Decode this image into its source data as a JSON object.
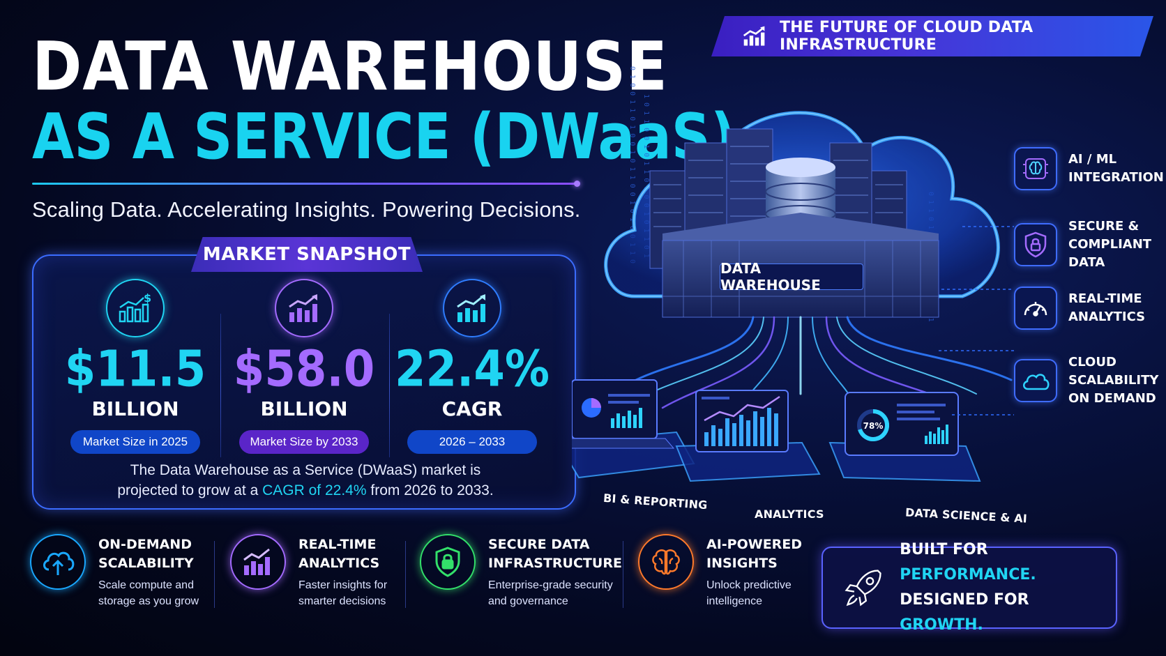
{
  "header": {
    "title_line1": "DATA WAREHOUSE",
    "title_line2": "AS A SERVICE (DWaaS)",
    "tagline": "Scaling Data. Accelerating Insights. Powering Decisions."
  },
  "banner": {
    "label": "THE FUTURE OF CLOUD DATA INFRASTRUCTURE",
    "icon": "growth-chart-icon"
  },
  "snapshot": {
    "tab_label": "MARKET SNAPSHOT",
    "stats": [
      {
        "value": "$11.5",
        "unit": "BILLION",
        "caption": "Market Size in 2025",
        "icon": "dollar-chart-icon",
        "color": "#20d5f3"
      },
      {
        "value": "$58.0",
        "unit": "BILLION",
        "caption": "Market Size by 2033",
        "icon": "growth-chart-icon",
        "color": "#a46bff"
      },
      {
        "value": "22.4%",
        "unit": "CAGR",
        "caption": "2026 – 2033",
        "icon": "growth-chart-icon",
        "color": "#20d5f3"
      }
    ],
    "desc_line1": "The Data Warehouse as a Service (DWaaS) market is",
    "desc_prefix": "projected to grow at a ",
    "desc_highlight": "CAGR of 22.4%",
    "desc_suffix": " from 2026 to 2033."
  },
  "illustration": {
    "center_label": "DATA WAREHOUSE",
    "devices": [
      {
        "label": "BI & REPORTING"
      },
      {
        "label": "ANALYTICS"
      },
      {
        "label": "DATA SCIENCE & AI",
        "gauge": "78%"
      }
    ]
  },
  "right_features": [
    {
      "label": "AI / ML\nINTEGRATION",
      "icon": "brain-chip-icon"
    },
    {
      "label": "SECURE &\nCOMPLIANT\nDATA",
      "icon": "shield-lock-icon"
    },
    {
      "label": "REAL-TIME\nANALYTICS",
      "icon": "speedometer-icon"
    },
    {
      "label": "CLOUD\nSCALABILITY\nON DEMAND",
      "icon": "cloud-icon"
    }
  ],
  "bottom_features": [
    {
      "title": "ON-DEMAND\nSCALABILITY",
      "desc": "Scale compute and\nstorage as you grow",
      "icon": "cloud-upload-icon",
      "color": "#1aa8ff"
    },
    {
      "title": "REAL-TIME\nANALYTICS",
      "desc": "Faster insights for\nsmarter decisions",
      "icon": "bar-chart-icon",
      "color": "#a46bff"
    },
    {
      "title": "SECURE DATA\nINFRASTRUCTURE",
      "desc": "Enterprise-grade security\nand governance",
      "icon": "shield-lock-icon",
      "color": "#33e06a"
    },
    {
      "title": "AI-POWERED\nINSIGHTS",
      "desc": "Unlock predictive\nintelligence",
      "icon": "brain-icon",
      "color": "#ff7a2b"
    }
  ],
  "built": {
    "line1_prefix": "BUILT FOR ",
    "line1_highlight": "PERFORMANCE.",
    "line2_prefix": "DESIGNED FOR ",
    "line2_highlight": "GROWTH.",
    "icon": "rocket-icon"
  },
  "colors": {
    "accent_cyan": "#20d5f3",
    "accent_purple": "#a46bff",
    "panel_border": "#3b6cff",
    "background": "#040820"
  }
}
